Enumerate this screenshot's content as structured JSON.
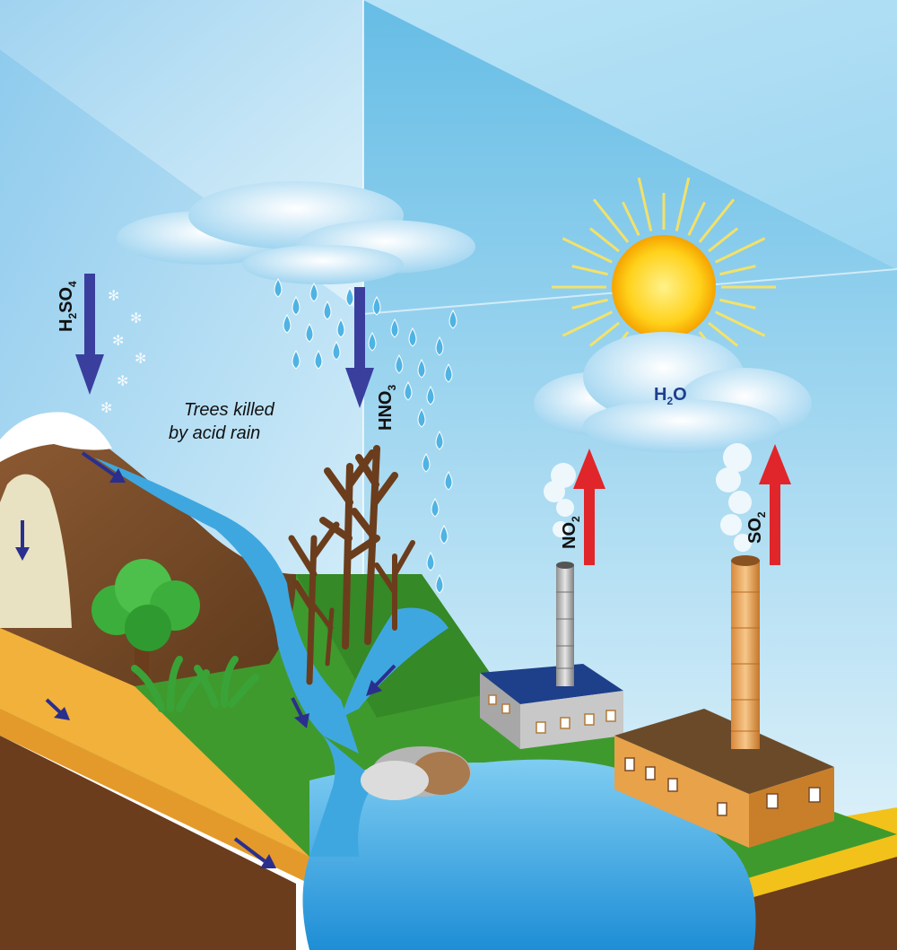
{
  "labels": {
    "h2so4": {
      "main": "H",
      "sub1": "2",
      "mid": "SO",
      "sub2": "4"
    },
    "hno3": {
      "main": "HNO",
      "sub": "3"
    },
    "no2": {
      "main": "NO",
      "sub": "2"
    },
    "so2": {
      "main": "SO",
      "sub": "2"
    },
    "h2o": {
      "main": "H",
      "sub": "2",
      "end": "O"
    },
    "caption_line1": "Trees killed",
    "caption_line2": "by acid rain"
  },
  "colors": {
    "sky_top": "#cfeaf7",
    "sky_side": "#aedcf2",
    "grass": "#3f9a2e",
    "soil": "#7a4a24",
    "sand": "#f2b13a",
    "water": "#3fa7e0",
    "emission_arrow": "#e0262a",
    "deposition_arrow": "#3a3f9e",
    "sun": "#ffd21f"
  },
  "icons": [
    "cloud-icon",
    "sun-icon",
    "raindrop-icon",
    "snowflake-icon",
    "factory-icon",
    "chimney-icon",
    "smoke-icon",
    "dead-tree-icon",
    "tree-icon",
    "plant-icon",
    "rock-icon",
    "mountain-icon",
    "river-icon",
    "flow-arrow-icon"
  ]
}
